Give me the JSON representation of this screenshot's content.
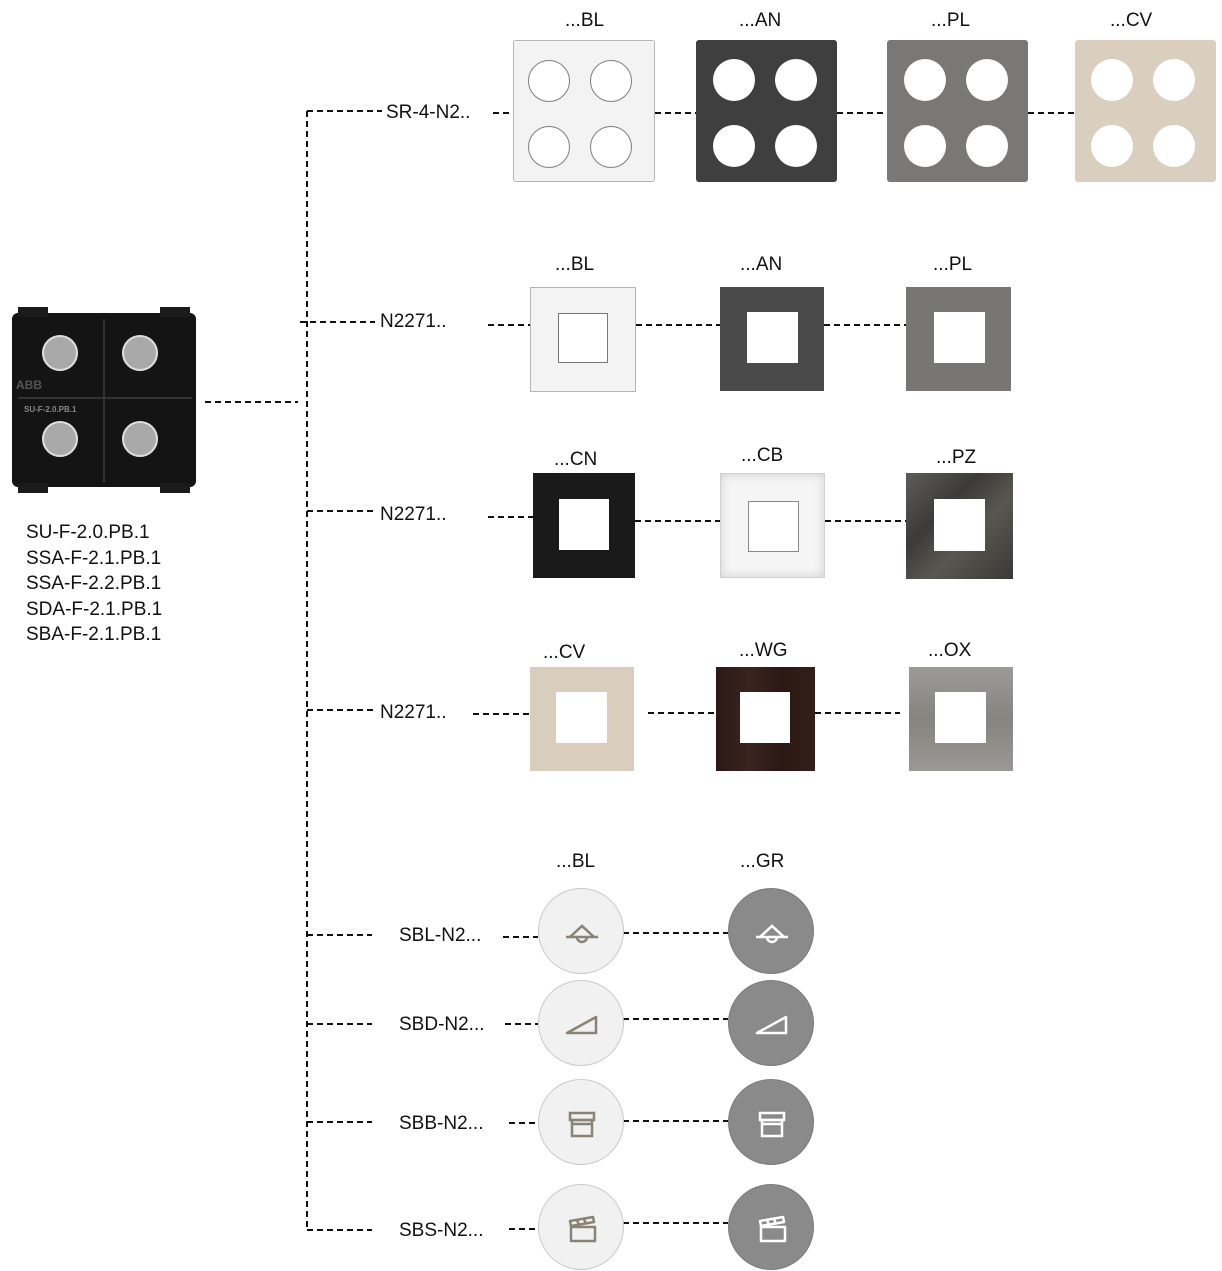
{
  "device": {
    "brand": "ABB",
    "model_print": "SU-F-2.0.PB.1",
    "models": [
      "SU-F-2.0.PB.1",
      "SSA-F-2.1.PB.1",
      "SSA-F-2.2.PB.1",
      "SDA-F-2.1.PB.1",
      "SBA-F-2.1.PB.1"
    ]
  },
  "rows": {
    "sr4": {
      "code": "SR-4-N2..",
      "variants": [
        {
          "label": "...BL",
          "color": "#f3f3f3"
        },
        {
          "label": "...AN",
          "color": "#3f3f40"
        },
        {
          "label": "...PL",
          "color": "#7a7876"
        },
        {
          "label": "...CV",
          "color": "#dacfbf"
        }
      ]
    },
    "frame1": {
      "code": "N2271..",
      "variants": [
        {
          "label": "...BL",
          "color": "#f3f3f3"
        },
        {
          "label": "...AN",
          "color": "#4a4a4b"
        },
        {
          "label": "...PL",
          "color": "#787674"
        }
      ]
    },
    "frame2": {
      "code": "N2271..",
      "variants": [
        {
          "label": "...CN",
          "color": "#1a1a1a"
        },
        {
          "label": "...CB",
          "color": "#f5f5f5"
        },
        {
          "label": "...PZ",
          "color": "#4b4a48"
        }
      ]
    },
    "frame3": {
      "code": "N2271..",
      "variants": [
        {
          "label": "...CV",
          "color": "#d9cebd"
        },
        {
          "label": "...WG",
          "color": "#2d1b17"
        },
        {
          "label": "...OX",
          "color": "#8f8e8b"
        }
      ]
    },
    "buttons": {
      "labels": [
        "...BL",
        "...GR"
      ],
      "items": [
        {
          "code": "SBL-N2...",
          "icon": "light-icon"
        },
        {
          "code": "SBD-N2...",
          "icon": "dimmer-icon"
        },
        {
          "code": "SBB-N2...",
          "icon": "blind-icon"
        },
        {
          "code": "SBS-N2...",
          "icon": "scene-icon"
        }
      ]
    }
  }
}
